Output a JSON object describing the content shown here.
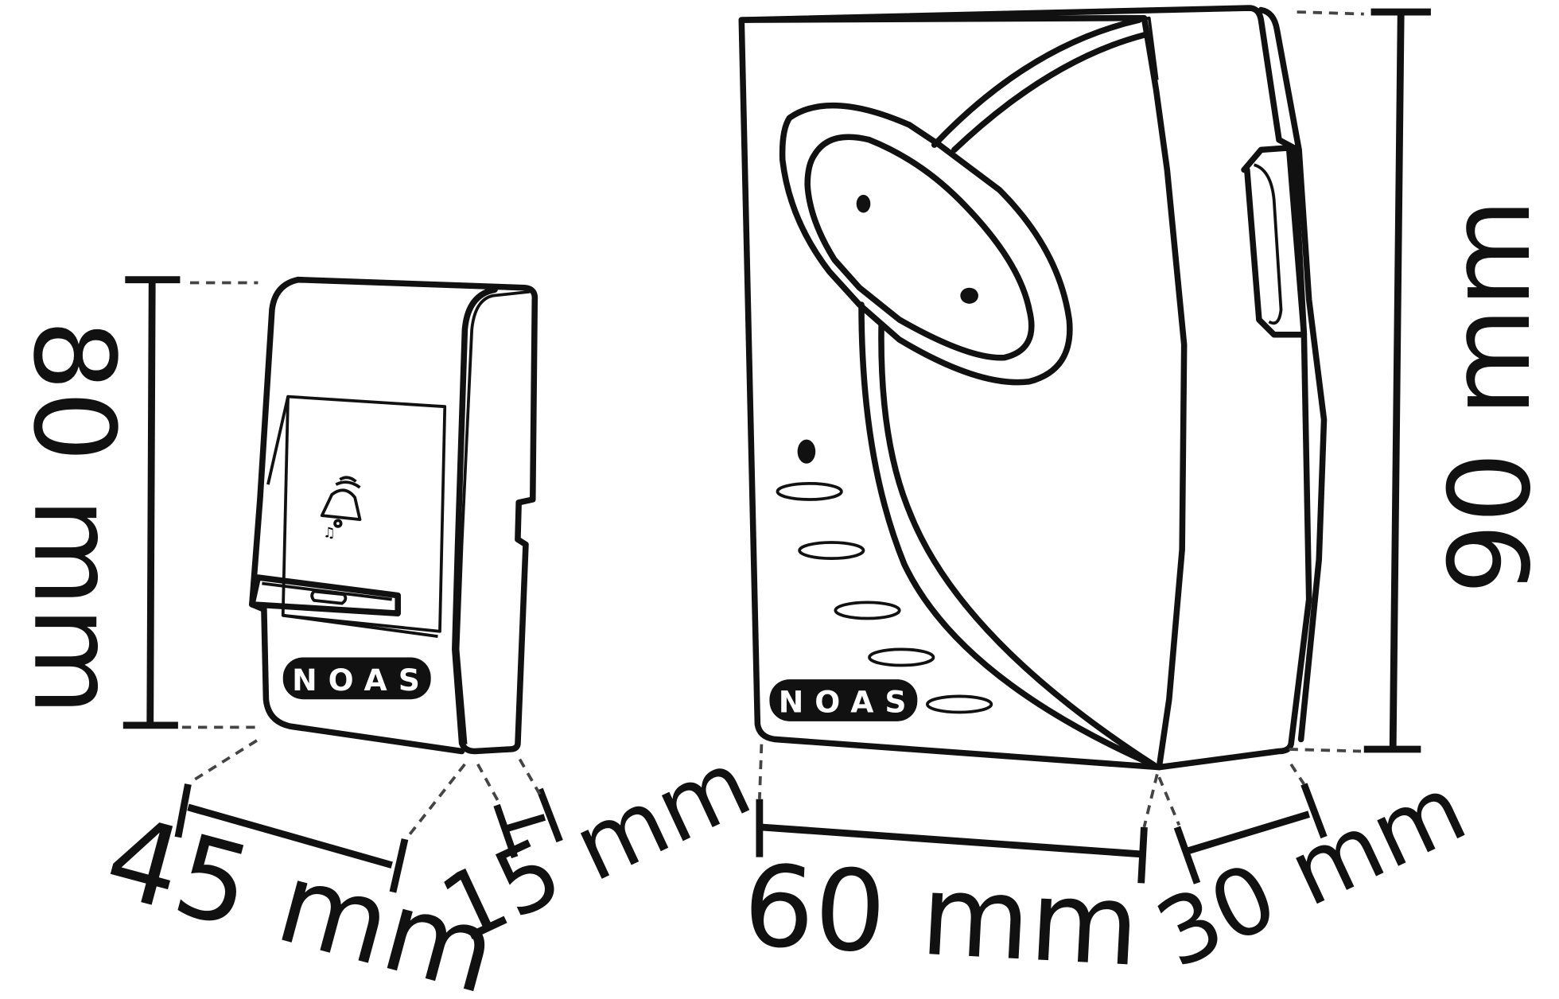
{
  "brand": "NOAS",
  "colors": {
    "line": "#111111",
    "background": "#ffffff"
  },
  "push_button": {
    "icon": "bell-icon",
    "dimensions": {
      "height": "80 mm",
      "width": "45 mm",
      "depth": "15 mm"
    }
  },
  "receiver": {
    "dimensions": {
      "height": "90 mm",
      "width": "60 mm",
      "depth": "30 mm"
    }
  }
}
